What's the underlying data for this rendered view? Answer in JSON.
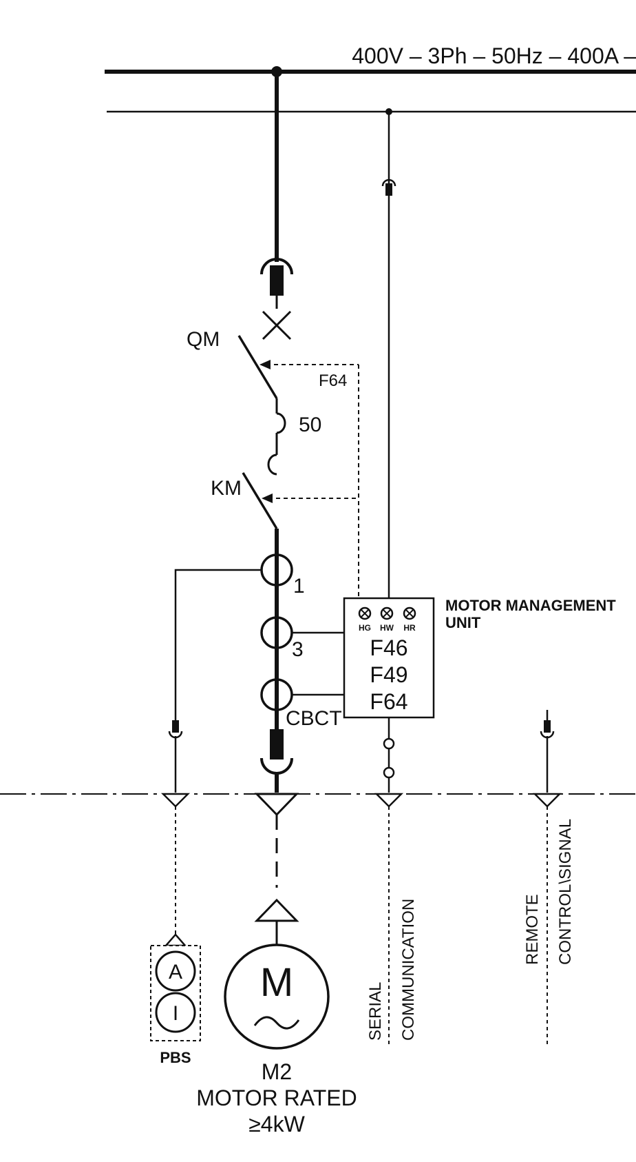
{
  "busbar": {
    "rating": "400V  –  3Ph  –  50Hz  –  400A  –"
  },
  "devices": {
    "qm_label": "QM",
    "km_label": "KM",
    "f64_label": "F64",
    "relay_50_label": "50",
    "ct1_label": "1",
    "ct3_label": "3",
    "cbct_label": "CBCT"
  },
  "mmu": {
    "title_line1": "MOTOR  MANAGEMENT",
    "title_line2": "UNIT",
    "indicators": [
      "HG",
      "HW",
      "HR"
    ],
    "functions": [
      "F46",
      "F49",
      "F64"
    ]
  },
  "pbs": {
    "label": "PBS",
    "buttons": [
      "A",
      "I"
    ]
  },
  "motor": {
    "symbol": "M",
    "tag": "M2",
    "rating_line1": "MOTOR  RATED",
    "rating_line2": "≥4kW"
  },
  "serial": {
    "line1": "SERIAL",
    "line2": "COMMUNICATION"
  },
  "remote": {
    "line1": "REMOTE",
    "line2": "CONTROL\\SIGNAL"
  }
}
